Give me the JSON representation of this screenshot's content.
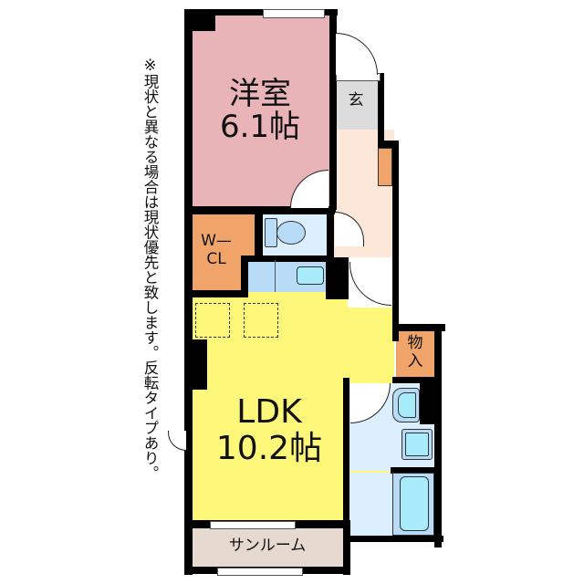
{
  "note": "※現状と異なる場合は現状優先と致します。反転タイプあり。",
  "rooms": {
    "western_room": {
      "name": "洋室",
      "size": "6.1帖",
      "color": "#e8b4b8"
    },
    "entrance": {
      "name": "玄",
      "color": "#dcdcdc"
    },
    "hallway": {
      "color": "#fde7d8"
    },
    "walk_in_closet": {
      "name_line1": "W—",
      "name_line2": "CL",
      "color": "#f0a46a"
    },
    "toilet": {
      "color": "#dcefff"
    },
    "washroom": {
      "color": "#b8dcf8"
    },
    "ldk": {
      "name": "LDK",
      "size": "10.2帖",
      "color": "#fdf77a"
    },
    "storage": {
      "name_line1": "物",
      "name_line2": "入",
      "color": "#f0a46a"
    },
    "bathroom": {
      "color": "#dcefff"
    },
    "sunroom": {
      "name": "サンルーム",
      "color": "#e5d9d0"
    }
  },
  "colors": {
    "wall": "#000000",
    "fixture": "#a8ecfb",
    "fixture_outline": "#333333"
  }
}
